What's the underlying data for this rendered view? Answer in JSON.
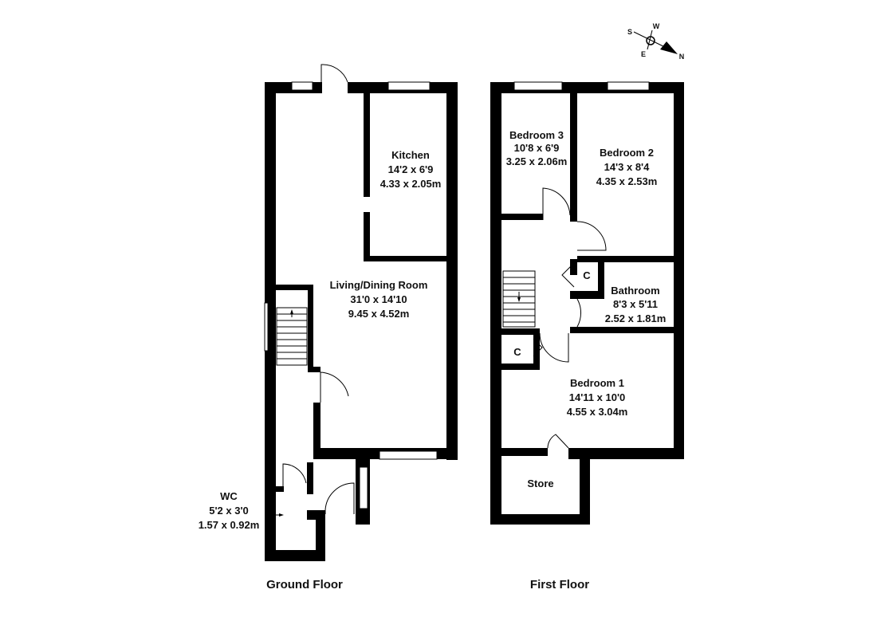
{
  "compass": {
    "labels": [
      "S",
      "W",
      "E",
      "N"
    ]
  },
  "ground_floor": {
    "title": "Ground Floor",
    "rooms": {
      "kitchen": {
        "name": "Kitchen",
        "imperial": "14'2 x 6'9",
        "metric": "4.33 x 2.05m"
      },
      "living": {
        "name": "Living/Dining Room",
        "imperial": "31'0 x 14'10",
        "metric": "9.45 x 4.52m"
      },
      "wc": {
        "name": "WC",
        "imperial": "5'2 x 3'0",
        "metric": "1.57 x 0.92m"
      }
    }
  },
  "first_floor": {
    "title": "First Floor",
    "rooms": {
      "bedroom3": {
        "name": "Bedroom 3",
        "imperial": "10'8 x 6'9",
        "metric": "3.25 x 2.06m"
      },
      "bedroom2": {
        "name": "Bedroom 2",
        "imperial": "14'3 x 8'4",
        "metric": "4.35 x 2.53m"
      },
      "bathroom": {
        "name": "Bathroom",
        "imperial": "8'3 x 5'11",
        "metric": "2.52 x 1.81m"
      },
      "bedroom1": {
        "name": "Bedroom 1",
        "imperial": "14'11 x 10'0",
        "metric": "4.55 x 3.04m"
      },
      "store": {
        "name": "Store"
      },
      "cupboard_upper": {
        "name": "C"
      },
      "cupboard_lower": {
        "name": "C"
      }
    }
  }
}
